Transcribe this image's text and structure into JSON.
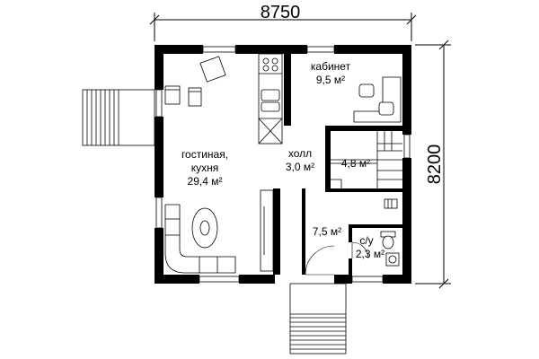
{
  "dimensions": {
    "width_label": "8750",
    "height_label": "8200"
  },
  "rooms": {
    "living": {
      "name_line1": "гостиная,",
      "name_line2": "кухня",
      "area": "29,4 м²"
    },
    "office": {
      "name": "кабинет",
      "area": "9,5 м²"
    },
    "hall": {
      "name": "холл",
      "area": "3,0 м²"
    },
    "stair": {
      "area": "4,8 м²"
    },
    "vestibule": {
      "area": "7,5 м²"
    },
    "bathroom": {
      "name": "с/у",
      "area": "2,3 м²"
    }
  }
}
